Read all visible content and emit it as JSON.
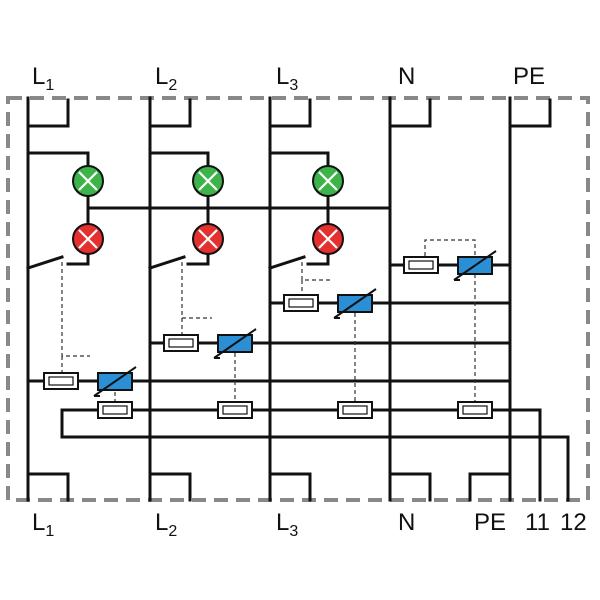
{
  "terminals_top": [
    {
      "id": "l1",
      "main": "L",
      "sub": "1"
    },
    {
      "id": "l2",
      "main": "L",
      "sub": "2"
    },
    {
      "id": "l3",
      "main": "L",
      "sub": "3"
    },
    {
      "id": "n",
      "main": "N",
      "sub": ""
    },
    {
      "id": "pe",
      "main": "PE",
      "sub": ""
    }
  ],
  "terminals_bottom": [
    {
      "id": "l1",
      "main": "L",
      "sub": "1"
    },
    {
      "id": "l2",
      "main": "L",
      "sub": "2"
    },
    {
      "id": "l3",
      "main": "L",
      "sub": "3"
    },
    {
      "id": "n",
      "main": "N",
      "sub": ""
    },
    {
      "id": "pe",
      "main": "PE",
      "sub": ""
    },
    {
      "id": "c11",
      "main": "11",
      "sub": ""
    },
    {
      "id": "c12",
      "main": "12",
      "sub": ""
    }
  ],
  "colors": {
    "lamp_green": "#3db34a",
    "lamp_red": "#e53030",
    "varistor": "#2b8fd6",
    "frame": "#888888",
    "wire": "#111111"
  },
  "icons": {
    "lamp": "indicator-lamp-icon",
    "fuse": "fuse-icon",
    "varistor": "varistor-icon",
    "switch": "switch-contact-icon"
  }
}
